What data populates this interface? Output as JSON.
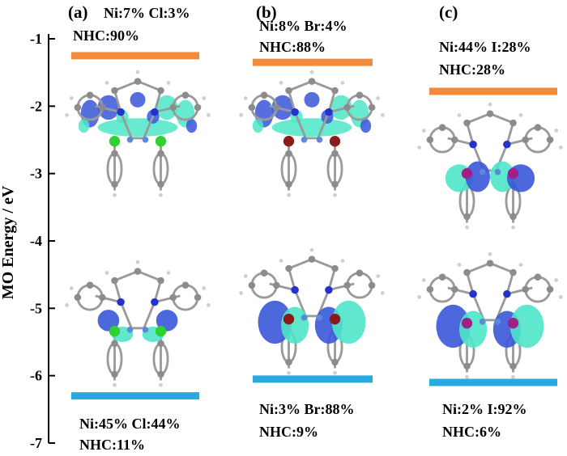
{
  "axis": {
    "label": "MO Energy / eV",
    "min": -7,
    "max": -1,
    "ticks": [
      "-1",
      "-2",
      "-3",
      "-4",
      "-5",
      "-6",
      "-7"
    ]
  },
  "colors": {
    "lumo_level": "#f28c3c",
    "homo_level": "#2aa9de",
    "orbital_positive": "#3a56d8",
    "orbital_negative": "#4ee6c8",
    "carbon": "#8c8c8c",
    "nitrogen": "#2233cc",
    "chlorine": "#2fd12f",
    "bromine": "#8b1a1a",
    "iodine": "#a0208a"
  },
  "panels": [
    {
      "id": "a",
      "label": "(a)",
      "halide": "Cl",
      "lumo": {
        "energy": -1.25,
        "line1": "Ni:7% Cl:3%",
        "line2": "NHC:90%"
      },
      "homo": {
        "energy": -6.3,
        "line1": "Ni:45% Cl:44%",
        "line2": "NHC:11%"
      }
    },
    {
      "id": "b",
      "label": "(b)",
      "halide": "Br",
      "lumo": {
        "energy": -1.35,
        "line1": "Ni:8% Br:4%",
        "line2": "NHC:88%"
      },
      "homo": {
        "energy": -6.05,
        "line1": "Ni:3% Br:88%",
        "line2": "NHC:9%"
      }
    },
    {
      "id": "c",
      "label": "(c)",
      "halide": "I",
      "lumo": {
        "energy": -1.78,
        "line1": "Ni:44% I:28%",
        "line2": "NHC:28%"
      },
      "homo": {
        "energy": -6.1,
        "line1": "Ni:2% I:92%",
        "line2": "NHC:6%"
      }
    }
  ]
}
